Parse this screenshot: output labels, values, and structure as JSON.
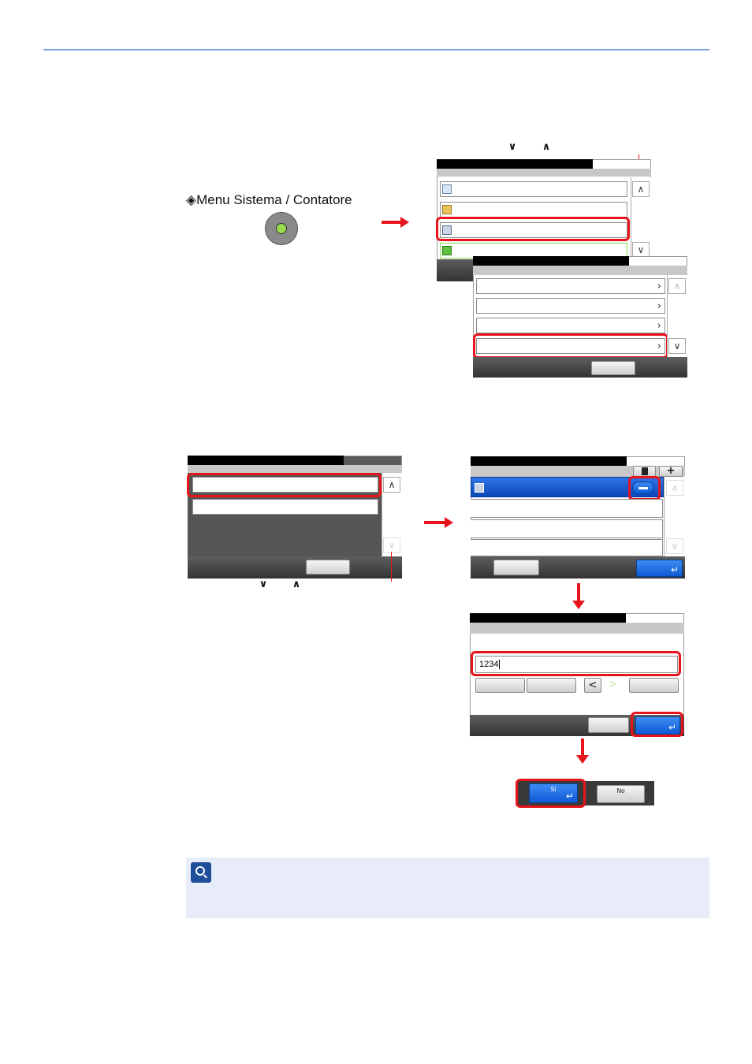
{
  "hardware_key": {
    "label": "Menu Sistema / Contatore"
  },
  "glyphs": {
    "down_chevron": "∨",
    "up_chevron": "∧",
    "scroll_up": "∧",
    "scroll_down": "∨",
    "row_chevron": "›",
    "back_chevron": "<",
    "forward_chevron": ">",
    "enter": "↵",
    "trash": "🗑",
    "plus": "+",
    "diamond": "◈"
  },
  "input": {
    "value": "1234"
  },
  "confirm": {
    "yes_label": "Sì",
    "no_label": "No"
  },
  "colors": {
    "accent_red": "#e8141b",
    "selection_blue": "#0b56cf",
    "topline_blue": "#7b9fd9",
    "note_bg": "#e7ecf8"
  },
  "icons": [
    "document-icon",
    "user-folder-icon",
    "printer-icon",
    "green-folder-icon",
    "trash-icon",
    "plus-icon",
    "note-magnifier-icon"
  ]
}
